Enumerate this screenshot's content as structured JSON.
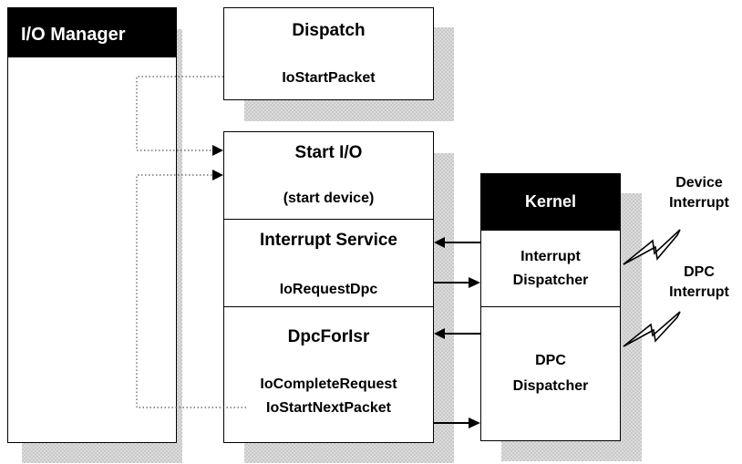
{
  "io_manager": {
    "title": "I/O Manager"
  },
  "dispatch": {
    "title": "Dispatch",
    "call": "IoStartPacket"
  },
  "driver": {
    "start_io": {
      "title": "Start I/O",
      "detail": "(start device)"
    },
    "interrupt_service": {
      "title": "Interrupt Service",
      "call": "IoRequestDpc"
    },
    "dpc_for_isr": {
      "title": "DpcForIsr",
      "call_1": "IoCompleteRequest",
      "call_2": "IoStartNextPacket"
    }
  },
  "kernel": {
    "title": "Kernel",
    "interrupt_dispatcher_line1": "Interrupt",
    "interrupt_dispatcher_line2": "Dispatcher",
    "dpc_dispatcher_line1": "DPC",
    "dpc_dispatcher_line2": "Dispatcher"
  },
  "events": {
    "device_interrupt_line1": "Device",
    "device_interrupt_line2": "Interrupt",
    "dpc_interrupt_line1": "DPC",
    "dpc_interrupt_line2": "Interrupt"
  }
}
